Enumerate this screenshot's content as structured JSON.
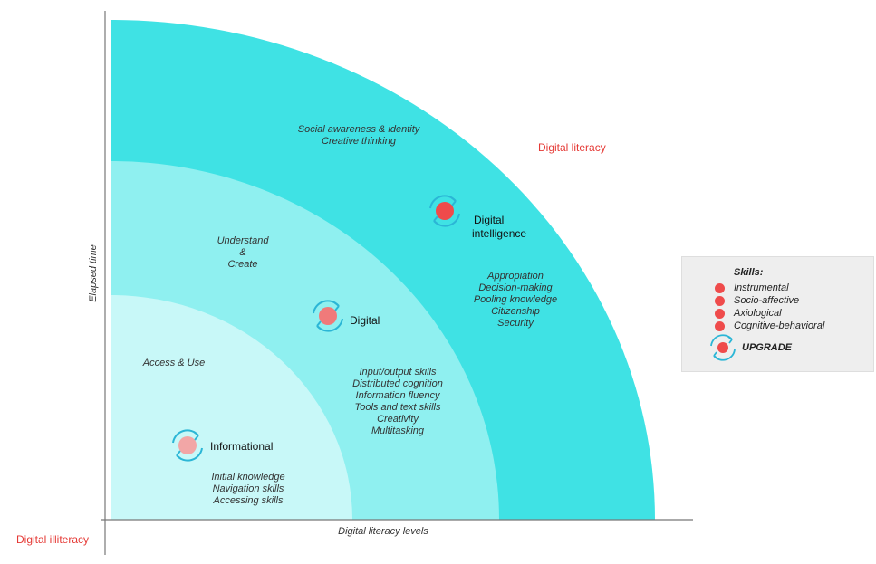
{
  "axes": {
    "y_label": "Elapsed time",
    "x_label": "Digital literacy levels",
    "origin_label": "Digital illiteracy",
    "outer_label": "Digital literacy"
  },
  "levels": {
    "informational": {
      "title": "Informational",
      "theme": "Access & Use",
      "skills": [
        "Initial knowledge",
        "Navigation skills",
        "Accessing skills"
      ]
    },
    "digital": {
      "title": "Digital",
      "theme": [
        "Understand",
        "&",
        "Create"
      ],
      "skills": [
        "Input/output skills",
        "Distributed cognition",
        "Information fluency",
        "Tools and text skills",
        "Creativity",
        "Multitasking"
      ]
    },
    "digital_intelligence": {
      "title": [
        "Digital",
        "intelligence"
      ],
      "theme": [
        "Social awareness & identity",
        "Creative thinking"
      ],
      "skills": [
        "Appropiation",
        "Decision-making",
        "Pooling knowledge",
        "Citizenship",
        "Security"
      ]
    }
  },
  "legend": {
    "title": "Skills:",
    "items": [
      "Instrumental",
      "Socio-affective",
      "Axiological",
      "Cognitive-behavioral"
    ],
    "upgrade_label": "UPGRADE"
  },
  "colors": {
    "outer_band": "#3fe2e4",
    "middle_band": "#8ff0f0",
    "inner_band": "#c8f8f8",
    "accent_red": "#e53935",
    "dot_red": "#ef4b4b",
    "dot_pink": "#f2a6a6",
    "upgrade_arrow": "#2bb6d6"
  }
}
